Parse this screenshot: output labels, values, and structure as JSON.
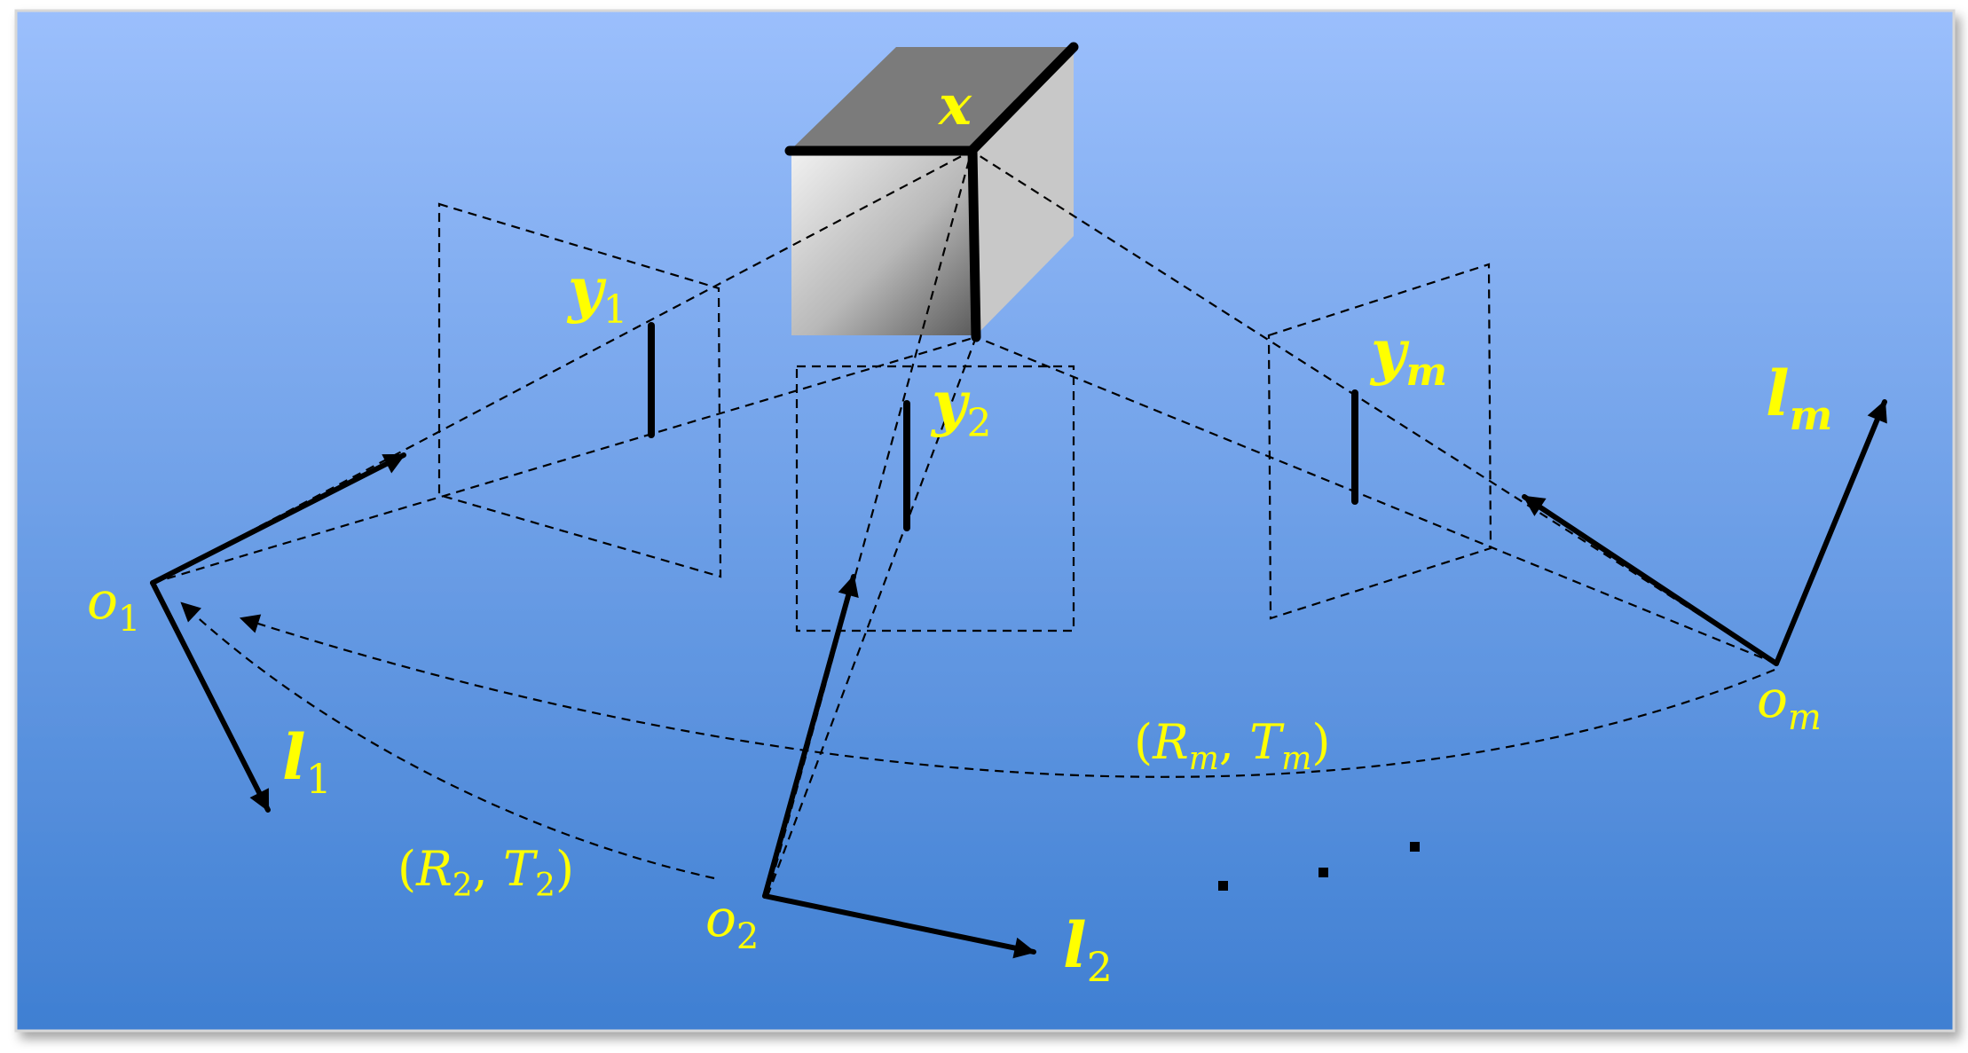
{
  "colors": {
    "background_top": "#9bbffc",
    "background_bottom": "#3f7fd2",
    "label": "#ffff00",
    "ink": "#000000",
    "cube_top": "#7b7b7b",
    "cube_right": "#c8c8c8"
  },
  "labels": {
    "point": "x",
    "y1_base": "y",
    "y1_sub": "1",
    "y2_base": "y",
    "y2_sub": "2",
    "ym_base": "y",
    "ym_sub": "m",
    "o1_base": "o",
    "o1_sub": "1",
    "o2_base": "o",
    "o2_sub": "2",
    "om_base": "o",
    "om_sub": "m",
    "l1_base": "l",
    "l1_sub": "1",
    "l2_base": "l",
    "l2_sub": "2",
    "lm_base": "l",
    "lm_sub": "m",
    "r2_open": "(",
    "r2_R": "R",
    "r2_R_sub": "2",
    "r2_comma": ", ",
    "r2_T": "T",
    "r2_T_sub": "2",
    "r2_close": ")",
    "rm_open": "(",
    "rm_R": "R",
    "rm_R_sub": "m",
    "rm_comma": ", ",
    "rm_T": "T",
    "rm_T_sub": "m",
    "rm_close": ")"
  }
}
